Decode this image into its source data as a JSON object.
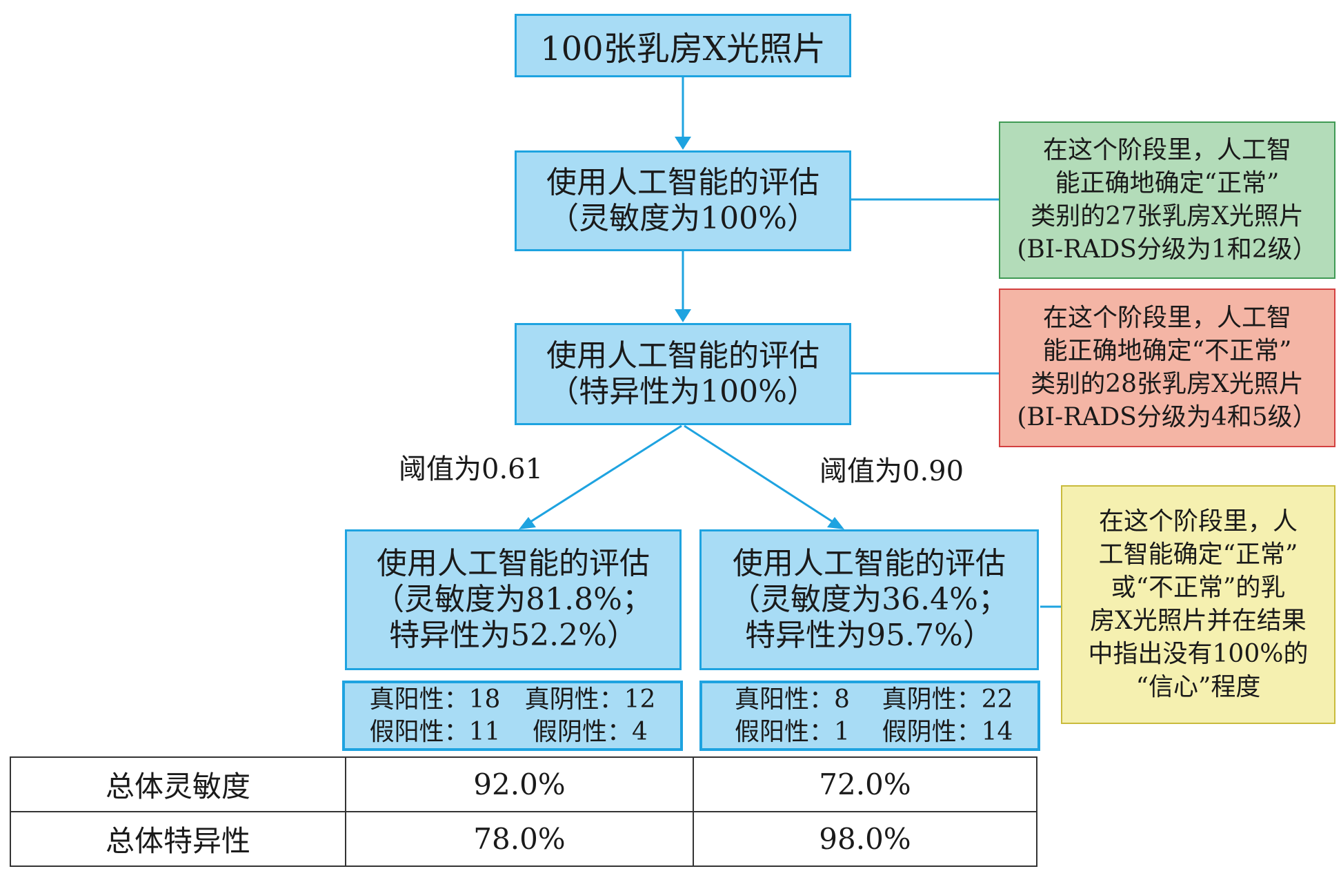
{
  "colors": {
    "box_fill": "#a8dcf5",
    "box_border": "#1ea3e0",
    "arrow": "#1ea3e0",
    "green_fill": "#b3dcb9",
    "red_fill": "#f4b5a5",
    "yellow_fill": "#f5f0b0"
  },
  "top_box": {
    "text": "100张乳房X光照片"
  },
  "stage1": {
    "line1": "使用人工智能的评估",
    "line2": "（灵敏度为100%）",
    "note_lines": [
      "在这个阶段里，人工智",
      "能正确地确定“正常”",
      "类别的27张乳房X光照片",
      "(BI-RADS分级为1和2级）"
    ]
  },
  "stage2": {
    "line1": "使用人工智能的评估",
    "line2": "（特异性为100%）",
    "note_lines": [
      "在这个阶段里，人工智",
      "能正确地确定“不正常”",
      "类别的28张乳房X光照片",
      "(BI-RADS分级为4和5级）"
    ]
  },
  "branches": [
    {
      "threshold_label": "阈值为0.61",
      "line1": "使用人工智能的评估",
      "line2": "（灵敏度为81.8%；",
      "line3": "特异性为52.2%）",
      "stats": {
        "tp": "真阳性：18",
        "tn": "真阴性：12",
        "fp": "假阳性：11",
        "fn": "假阴性：4"
      }
    },
    {
      "threshold_label": "阈值为0.90",
      "line1": "使用人工智能的评估",
      "line2": "（灵敏度为36.4%；",
      "line3": "特异性为95.7%）",
      "stats": {
        "tp": "真阳性：8",
        "tn": "真阴性：22",
        "fp": "假阳性：1",
        "fn": "假阴性：14"
      }
    }
  ],
  "stage3_note_lines": [
    "在这个阶段里，人",
    "工智能确定“正常”",
    "或“不正常”的乳",
    "房X光照片并在结果",
    "中指出没有100%的",
    "“信心”程度"
  ],
  "summary_table": {
    "rows": [
      {
        "label": "总体灵敏度",
        "v1": "92.0%",
        "v2": "72.0%"
      },
      {
        "label": "总体特异性",
        "v1": "78.0%",
        "v2": "98.0%"
      }
    ]
  }
}
